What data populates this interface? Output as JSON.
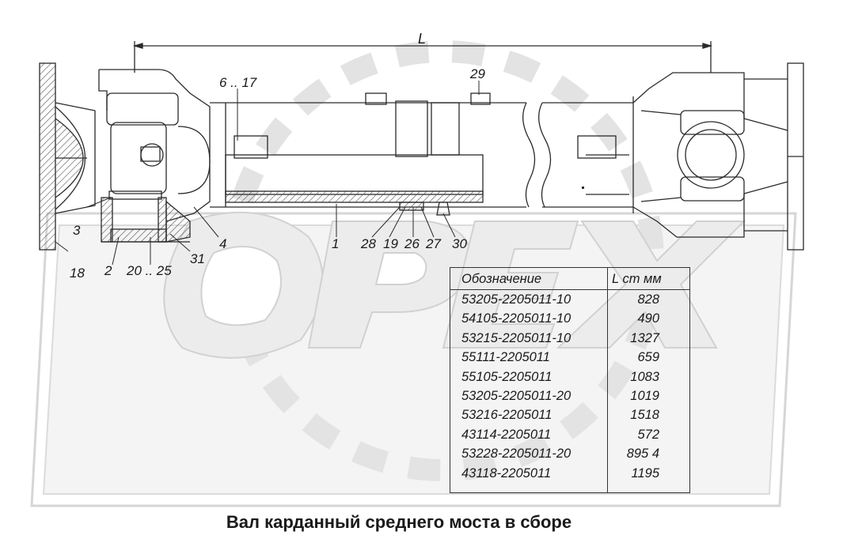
{
  "dimension_label": "L",
  "callouts": {
    "c6_17": "6 .. 17",
    "c29": "29",
    "c3": "3",
    "c18": "18",
    "c2": "2",
    "c20_25": "20 .. 25",
    "c31": "31",
    "c4": "4",
    "c1": "1",
    "c28": "28",
    "c19": "19",
    "c26": "26",
    "c27": "27",
    "c30": "30"
  },
  "table": {
    "header_designation": "Обозначение",
    "header_length": "L ст  мм",
    "rows": [
      {
        "code": "53205-2205011-10",
        "length": "828"
      },
      {
        "code": "54105-2205011-10",
        "length": "490"
      },
      {
        "code": "53215-2205011-10",
        "length": "1327"
      },
      {
        "code": "55111-2205011",
        "length": "659"
      },
      {
        "code": "55105-2205011",
        "length": "1083"
      },
      {
        "code": "53205-2205011-20",
        "length": "1019"
      },
      {
        "code": "53216-2205011",
        "length": "1518"
      },
      {
        "code": "43114-2205011",
        "length": "572"
      },
      {
        "code": "53228-2205011-20",
        "length": "895 4"
      },
      {
        "code": "43118-2205011",
        "length": "1195"
      }
    ]
  },
  "watermark_text": "OPEX",
  "caption": "Вал карданный среднего моста в сборе",
  "colors": {
    "line": "#2a2a2a",
    "watermark_fill": "#ebebeb",
    "watermark_stroke": "#c8c8c8",
    "hatch": "#555555"
  }
}
